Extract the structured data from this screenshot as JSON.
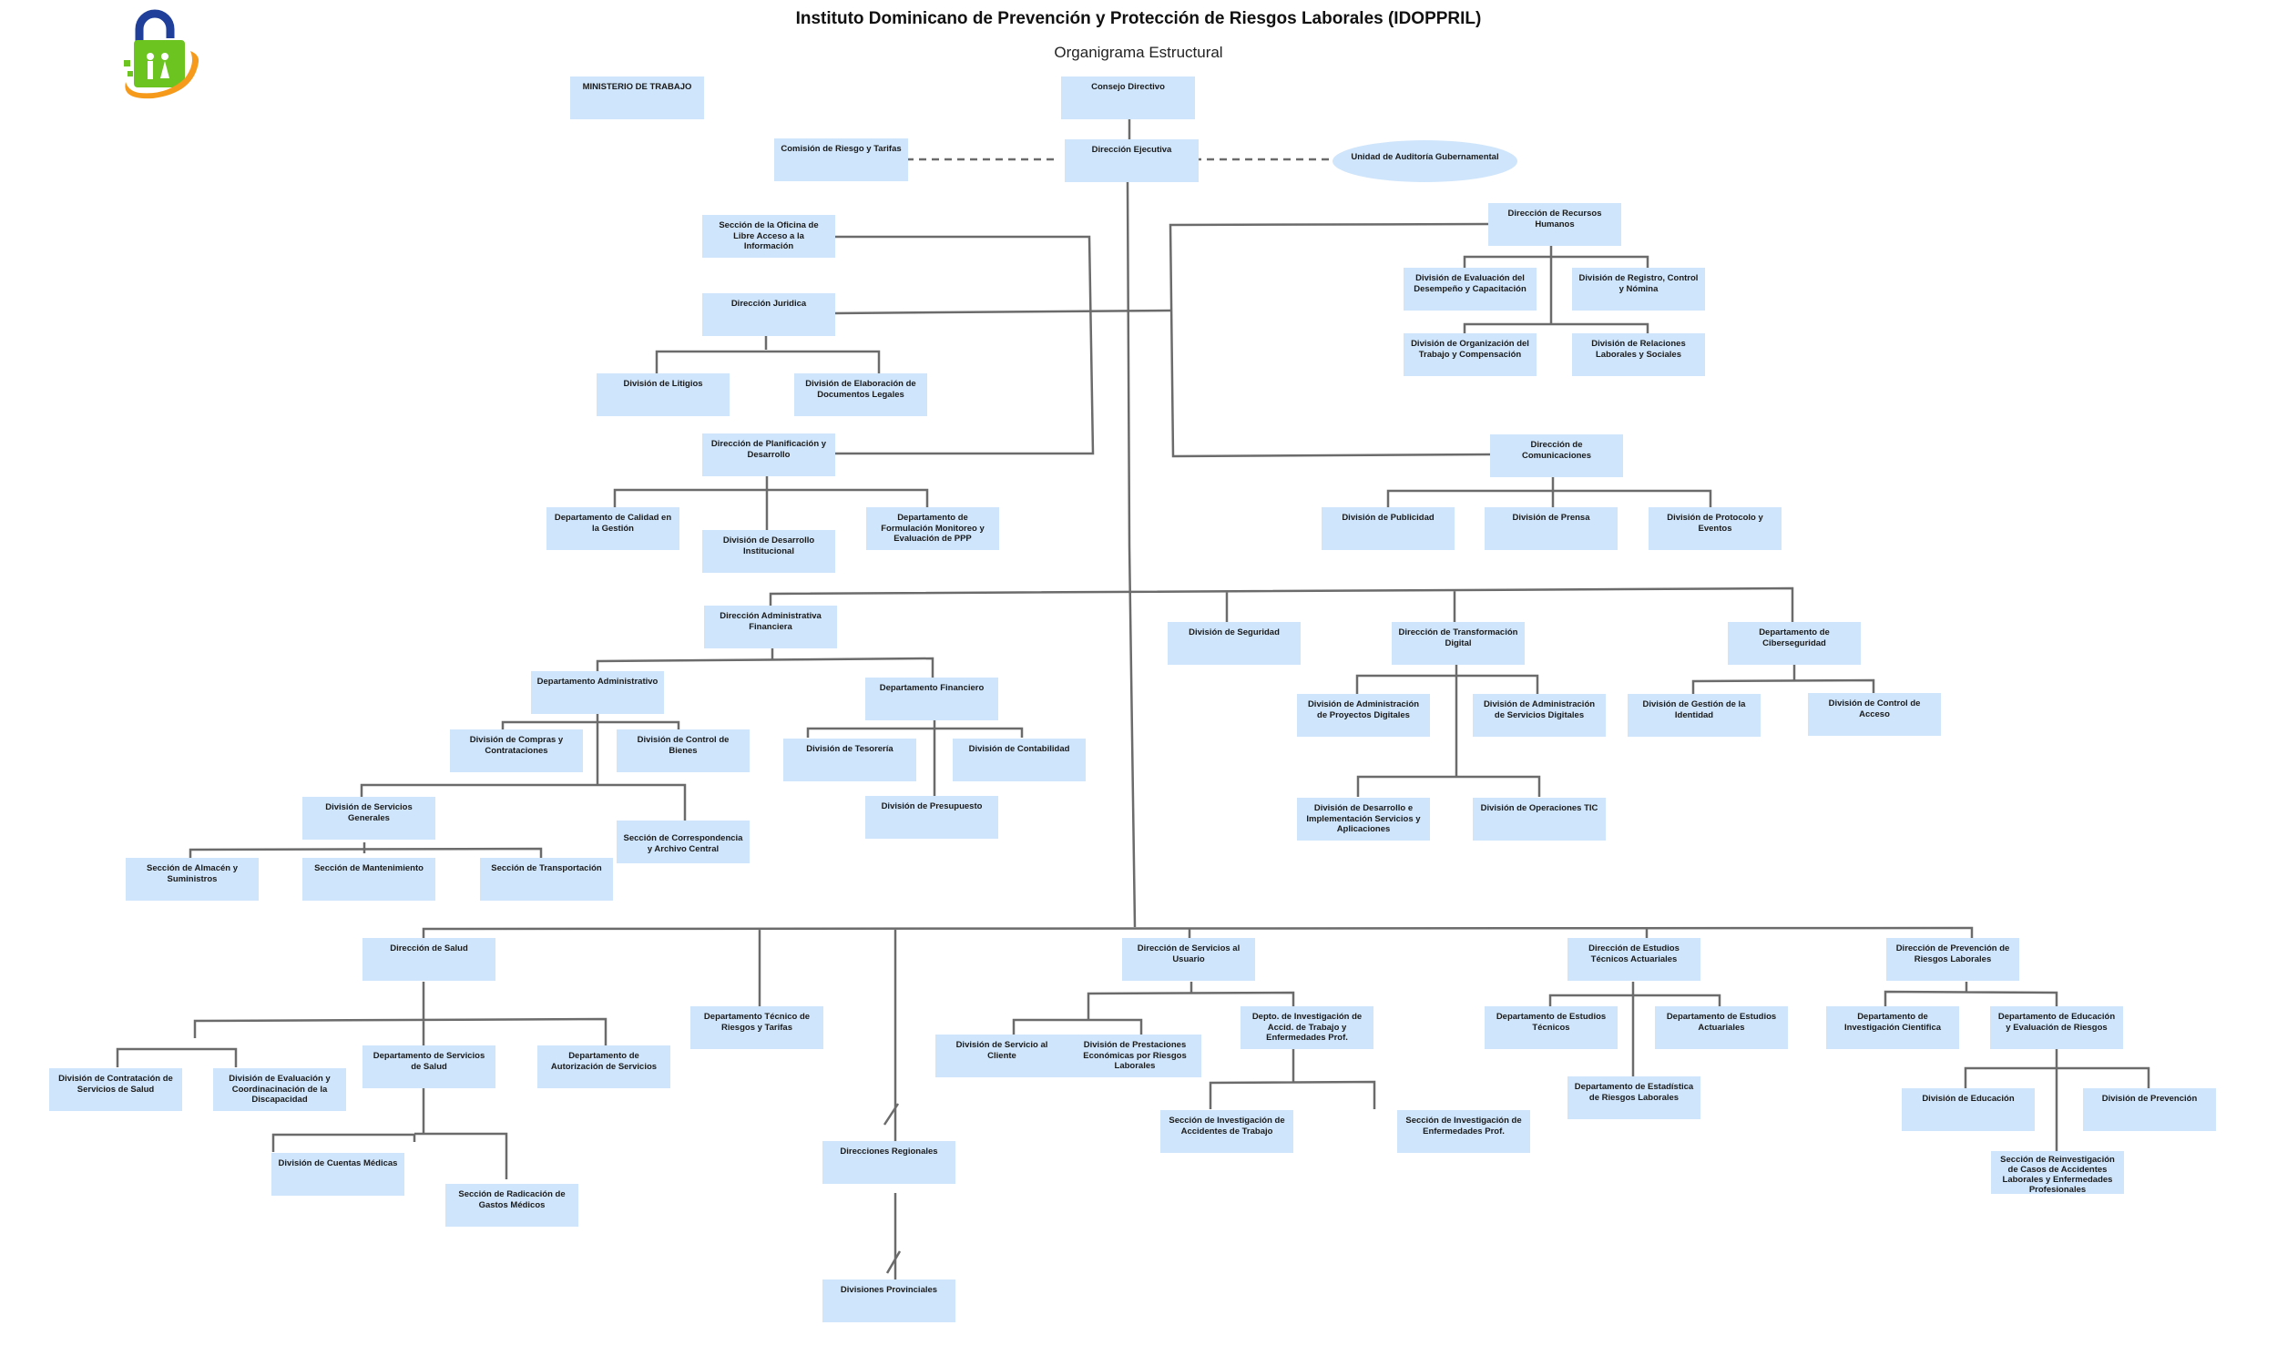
{
  "header": {
    "title": "Instituto Dominicano de Prevención y Protección de Riesgos Laborales (IDOPPRIL)",
    "subtitle": "Organigrama Estructural",
    "logo_icon": "idoppril-padlock-logo-icon"
  },
  "colors": {
    "box_fill": "#cfe5fb",
    "line": "#6b6b6b",
    "text": "#1a1a1a",
    "logo_blue": "#1f3f9a",
    "logo_green": "#6cc420",
    "logo_orange": "#f59a1b"
  },
  "nodes": {
    "ministerio": "MINISTERIO DE TRABAJO",
    "consejo": "Consejo Directivo",
    "ejecutiva": "Dirección Ejecutiva",
    "comision": "Comisión de Riesgo y Tarifas",
    "auditoria": "Unidad de Auditoría Gubernamental",
    "libre_acceso": "Sección de la Oficina de Libre Acceso a la Información",
    "juridica": "Dirección Juridica",
    "litigios": "División de Litigios",
    "doc_legales": "División de Elaboración de Documentos Legales",
    "planificacion": "Dirección de Planificación y Desarrollo",
    "calidad": "Departamento de Calidad en la Gestión",
    "desarrollo_inst": "División de Desarrollo Institucional",
    "formulacion": "Departamento de Formulación Monitoreo y Evaluación de PPP",
    "rrhh": "Dirección de Recursos Humanos",
    "eval_desempeno": "División de Evaluación del Desempeño y Capacitación",
    "registro_nomina": "División de Registro, Control y Nómina",
    "org_trabajo": "División de Organización del Trabajo y Compensación",
    "rel_laborales": "División de Relaciones Laborales y Sociales",
    "comunicaciones": "Dirección de Comunicaciones",
    "publicidad": "División de Publicidad",
    "prensa": "División de Prensa",
    "protocolo": "División de Protocolo y Eventos",
    "admin_fin": "Dirección Administrativa Financiera",
    "dep_admin": "Departamento Administrativo",
    "compras": "División de Compras y Contrataciones",
    "control_bienes": "División de Control de Bienes",
    "serv_generales": "División de Servicios Generales",
    "correspondencia": "Sección de Correspondencia y Archivo Central",
    "almacen": "Sección de Almacén y Suministros",
    "mantenimiento": "Sección de Mantenimiento",
    "transportacion": "Sección de Transportación",
    "dep_financiero": "Departamento Financiero",
    "tesoreria": "División de Tesorería",
    "contabilidad": "División de Contabilidad",
    "presupuesto": "División de Presupuesto",
    "seguridad": "División de Seguridad",
    "transf_digital": "Dirección de Transformación Digital",
    "proy_digitales": "División de Administración de Proyectos Digitales",
    "serv_digitales": "División de Administración de Servicios Digitales",
    "desarrollo_impl": "División de Desarrollo e Implementación Servicios y Aplicaciones",
    "operaciones_tic": "División de Operaciones TIC",
    "ciberseguridad": "Departamento de Ciberseguridad",
    "gestion_identidad": "División de Gestión de la Identidad",
    "control_acceso": "División de Control de Acceso",
    "salud": "Dirección de Salud",
    "contratacion_salud": "División de Contratación de Servicios de Salud",
    "discapacidad": "División de Evaluación y Coordinacinación de la Discapacidad",
    "dep_serv_salud": "Departamento de Servicios de Salud",
    "autorizacion": "Departamento de Autorización de Servicios",
    "cuentas_medicas": "División de Cuentas Médicas",
    "radicacion": "Sección de Radicación de Gastos Médicos",
    "tecnico_riesgos": "Departamento Técnico de Riesgos y Tarifas",
    "regionales": "Direcciones Regionales",
    "provinciales": "Divisiones Provinciales",
    "serv_usuario": "Dirección de Servicios al Usuario",
    "servicio_cliente": "División de Servicio al Cliente",
    "prestaciones": "División de Prestaciones Económicas por Riesgos Laborales",
    "investigacion_accid": "Depto. de Investigación de Accid. de Trabajo y Enfermedades Prof.",
    "inv_accidentes": "Sección de Investigación de Accidentes de Trabajo",
    "inv_enfermedades": "Sección de Investigación de Enfermedades Prof.",
    "estudios_actuariales_dir": "Dirección de Estudios Técnicos Actuariales",
    "estudios_tecnicos": "Departamento de Estudios Técnicos",
    "estudios_actuariales": "Departamento de Estudios Actuariales",
    "estadistica": "Departamento de Estadística de Riesgos Laborales",
    "prevencion_dir": "Dirección de Prevención de Riesgos Laborales",
    "inv_cientifica": "Departamento de Investigación Cientifica",
    "educacion_eval": "Departamento de Educación y Evaluación de Riesgos",
    "educacion": "División de Educación",
    "prevencion": "División de Prevención",
    "reinvestigacion": "Sección de Reinvestigación de Casos de Accidentes Laborales y Enfermedades Profesionales"
  }
}
